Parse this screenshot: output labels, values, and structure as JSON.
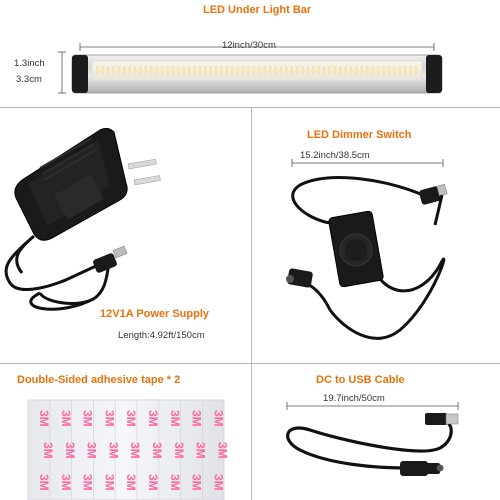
{
  "light_bar": {
    "title": "LED Under Light Bar",
    "length": "12inch/30cm",
    "height_in": "1.3inch",
    "height_cm": "3.3cm"
  },
  "power_supply": {
    "title": "12V1A Power Supply",
    "length_label": "Length:",
    "length_value": "4.92ft/150cm"
  },
  "dimmer": {
    "title": "LED Dimmer Switch",
    "length": "15.2inch/38.5cm"
  },
  "tape": {
    "title": "Double-Sided adhesive tape * 2",
    "print": "3M"
  },
  "usb_cable": {
    "title": "DC to USB Cable",
    "length": "19.7inch/50cm"
  },
  "colors": {
    "title_orange": "#e8720c",
    "divider": "#b8b8b8",
    "device_black": "#1b1b1b",
    "led_warm": "#f4e4b4"
  },
  "icons": [
    "light-bar-image",
    "power-adapter-image",
    "dimmer-switch-image",
    "adhesive-tape-image",
    "usb-cable-image"
  ]
}
